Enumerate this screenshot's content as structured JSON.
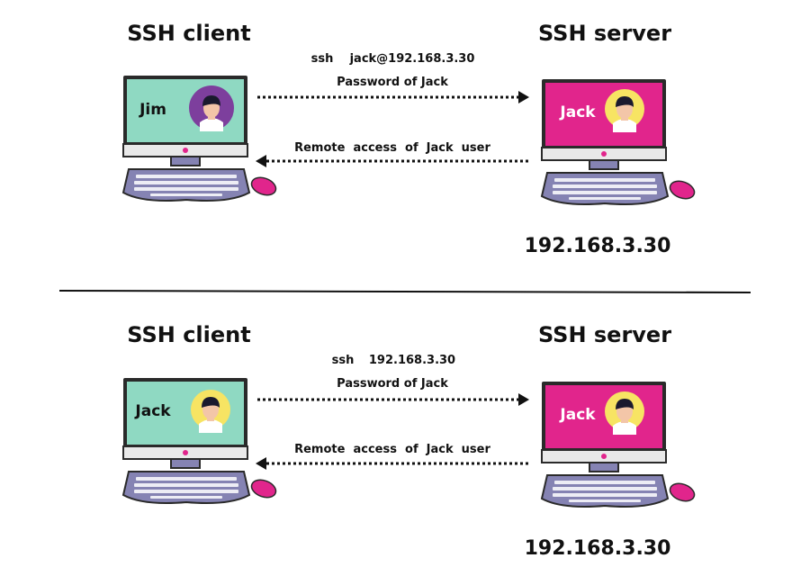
{
  "colors": {
    "client_screen_teal": "#8fd9c2",
    "server_screen_pink": "#e1258c",
    "monitor_frame": "#2a2a2a",
    "keyboard": "#8583b3",
    "mouse": "#e1258c",
    "avatar_purple": "#7d3f9d",
    "avatar_yellow": "#f7e463",
    "arrow": "#111111"
  },
  "scenarios": [
    {
      "client_heading": "SSH client",
      "server_heading": "SSH server",
      "client_user": "Jim",
      "client_avatar_bg": "purple",
      "server_user": "Jack",
      "command_keyword": "ssh",
      "command_target": "jack@192.168.3.30",
      "request_label": "Password of Jack",
      "response_label": "Remote  access  of  Jack  user",
      "server_ip": "192.168.3.30"
    },
    {
      "client_heading": "SSH client",
      "server_heading": "SSH server",
      "client_user": "Jack",
      "client_avatar_bg": "yellow",
      "server_user": "Jack",
      "command_keyword": "ssh",
      "command_target": "192.168.3.30",
      "request_label": "Password of Jack",
      "response_label": "Remote  access  of  Jack  user",
      "server_ip": "192.168.3.30"
    }
  ]
}
